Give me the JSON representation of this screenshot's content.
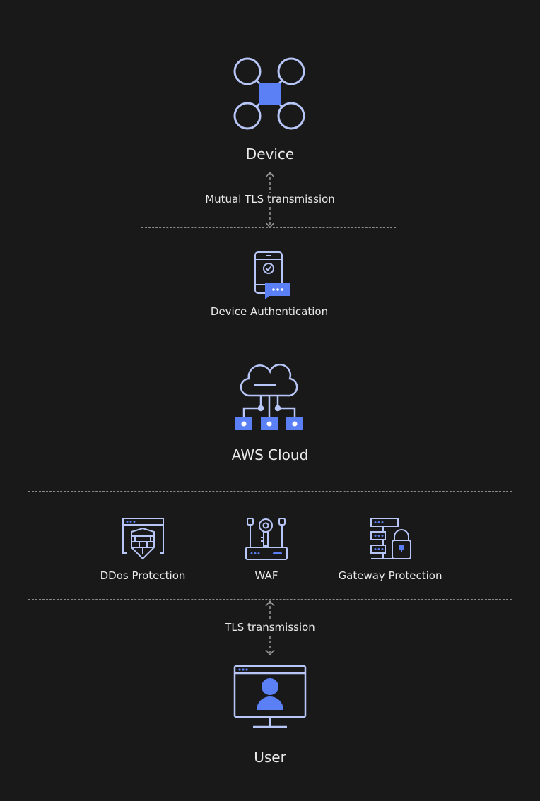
{
  "colors": {
    "background": "#19191a",
    "stroke": "#b7c6f7",
    "accent": "#5b80f5",
    "divider": "#8a8a8a"
  },
  "device": {
    "label": "Device",
    "icon": "drone-icon"
  },
  "mutual_tls": {
    "label": "Mutual TLS transmission"
  },
  "device_auth": {
    "label": "Device Authentication",
    "icon": "phone-check-icon"
  },
  "aws": {
    "label": "AWS Cloud",
    "icon": "cloud-network-icon"
  },
  "protections": [
    {
      "label": "DDos Protection",
      "icon": "firewall-shield-icon"
    },
    {
      "label": "WAF",
      "icon": "key-router-icon"
    },
    {
      "label": "Gateway Protection",
      "icon": "server-lock-icon"
    }
  ],
  "tls": {
    "label": "TLS transmission"
  },
  "user": {
    "label": "User",
    "icon": "monitor-user-icon"
  }
}
